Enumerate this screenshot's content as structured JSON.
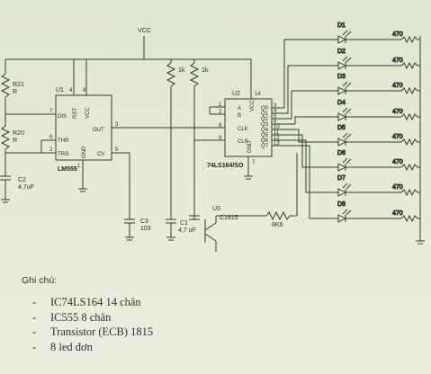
{
  "schematic": {
    "vcc_label": "VCC",
    "u1": {
      "ref": "U1",
      "part": "LM555",
      "pins": {
        "dis": "DIS",
        "rst": "RST",
        "vcc": "VCC",
        "out": "OUT",
        "thr": "THR",
        "trg": "TRG",
        "gnd": "GND",
        "cv": "CV"
      },
      "pin_numbers": {
        "dis": "7",
        "rst": "4",
        "vcc": "8",
        "thr": "6",
        "trg": "2",
        "gnd": "1",
        "out": "3",
        "cv": "5"
      }
    },
    "u2": {
      "ref": "U2",
      "part": "74LS164/SO",
      "pins_left": [
        "A",
        "B",
        "CLK",
        "CLR"
      ],
      "pins_top": [
        "VCC"
      ],
      "pins_bottom": [
        "GND"
      ],
      "pins_right": [
        "Q0",
        "Q1",
        "Q2",
        "Q3",
        "Q4",
        "Q5",
        "Q6",
        "Q7"
      ],
      "pin_numbers_right": [
        "3",
        "4",
        "5",
        "6",
        "10",
        "11",
        "12",
        "13"
      ],
      "pin_numbers_left": [
        "1",
        "2",
        "8",
        "9"
      ],
      "pin_vcc": "14",
      "pin_gnd": "7"
    },
    "u3": {
      "ref": "U3",
      "part": "C1815"
    },
    "r21": {
      "ref": "R21",
      "value": "R"
    },
    "r20": {
      "ref": "R20",
      "value": "R"
    },
    "c2": {
      "ref": "C2",
      "value": "4,7uF"
    },
    "c3": {
      "ref": "C3",
      "value": "103"
    },
    "c1": {
      "ref": "C1",
      "value": "4,7 uF"
    },
    "pullup_left": "1k",
    "pullup_right": "1k",
    "rb": "8K8",
    "leds": [
      "D1",
      "D2",
      "D3",
      "D4",
      "D5",
      "D6",
      "D7",
      "D8"
    ],
    "led_resistor": "470"
  },
  "notes": {
    "title": "Ghi chú:",
    "items": [
      "IC74LS164 14 chân",
      "IC555 8 chân",
      "Transistor (ECB) 1815",
      "8 led đơn"
    ]
  },
  "colors": {
    "paper": "#e4ead6",
    "ink": "#2f342f"
  }
}
